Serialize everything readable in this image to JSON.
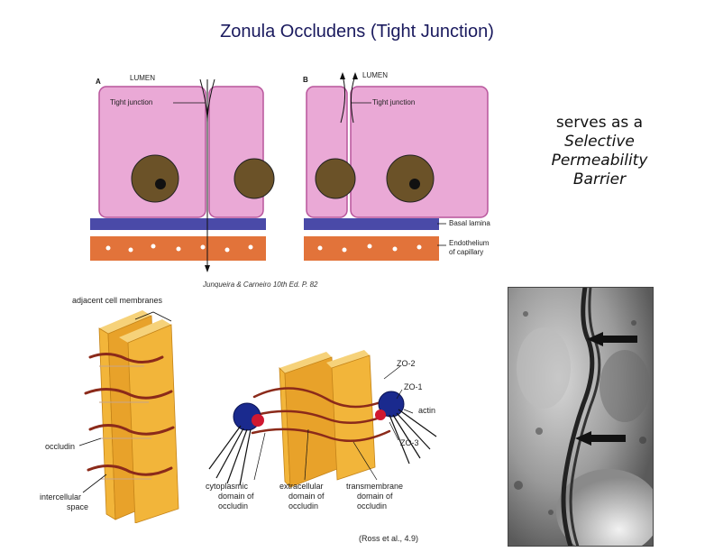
{
  "title": "Zonula Occludens (Tight Junction)",
  "side_note": {
    "line1": "serves  as a",
    "line2": "Selective",
    "line3": "Permeability",
    "line4": "Barrier"
  },
  "figure_top": {
    "panel_a_letter": "A",
    "panel_b_letter": "B",
    "lumen_a": "LUMEN",
    "lumen_b": "LUMEN",
    "tight_junction_a": "Tight junction",
    "tight_junction_b": "Tight junction",
    "basal_lamina": "Basal lamina",
    "endothelium_line1": "Endothelium",
    "endothelium_line2": "of capillary",
    "credit": "Junqueira & Carneiro 10th Ed. P. 82"
  },
  "figure_bottom": {
    "adjacent_membranes": "adjacent cell membranes",
    "occludin": "occludin",
    "intercellular_line1": "intercellular",
    "intercellular_line2": "space",
    "zo2": "ZO-2",
    "zo1": "ZO-1",
    "actin": "actin",
    "zo3": "ZO-3",
    "cyto_line1": "cytoplasmic",
    "cyto_line2": "domain of",
    "cyto_line3": "occludin",
    "extra_line1": "extracellular",
    "extra_line2": "domain of",
    "extra_line3": "occludin",
    "trans_line1": "transmembrane",
    "trans_line2": "domain of",
    "trans_line3": "occludin",
    "citation": "(Ross et al., 4.9)"
  },
  "colors": {
    "title": "#1a1a5e",
    "cell_pink": "#eaa9d6",
    "basal_blue": "#4a4aa8",
    "endothelium_orange": "#e2733a",
    "nucleus_brown": "#6b5228",
    "membrane_yellow": "#f2b53a",
    "occludin_red": "#8b2a1a",
    "zo_blue": "#1a2a8e"
  }
}
